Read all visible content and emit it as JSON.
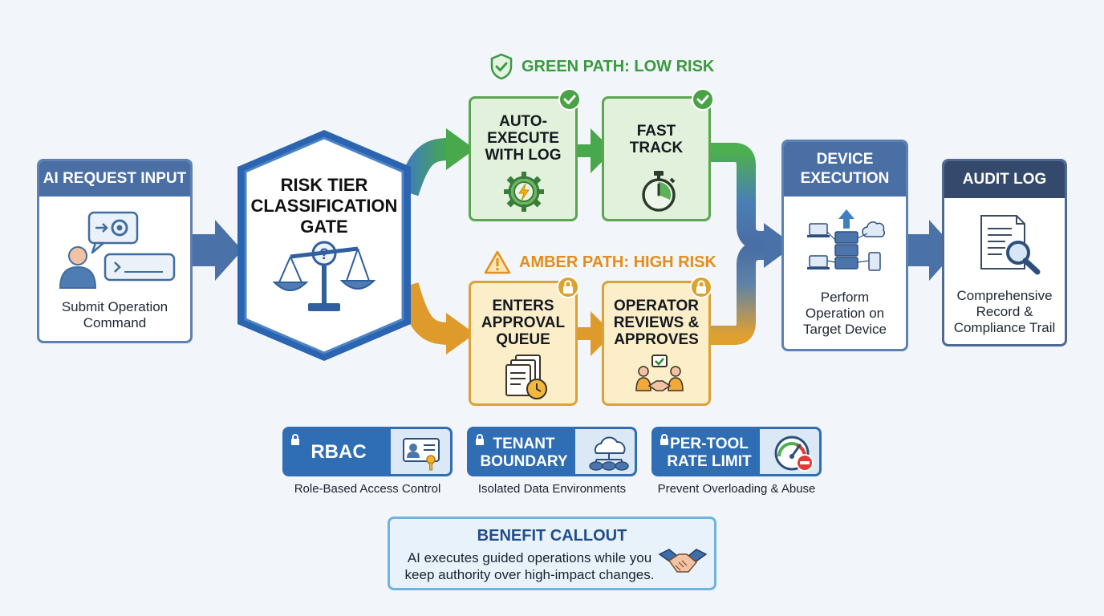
{
  "green_path": {
    "label": "GREEN PATH: LOW RISK"
  },
  "amber_path": {
    "label": "AMBER PATH: HIGH RISK"
  },
  "input": {
    "title": "AI REQUEST INPUT",
    "caption_line1": "Submit Operation",
    "caption_line2": "Command"
  },
  "gate": {
    "line1": "RISK TIER",
    "line2": "CLASSIFICATION",
    "line3": "GATE"
  },
  "auto_execute": {
    "line1": "AUTO-",
    "line2": "EXECUTE",
    "line3": "WITH LOG"
  },
  "fast_track": {
    "line1": "FAST",
    "line2": "TRACK"
  },
  "approval_queue": {
    "line1": "ENTERS",
    "line2": "APPROVAL",
    "line3": "QUEUE"
  },
  "operator_review": {
    "line1": "OPERATOR",
    "line2": "REVIEWS &",
    "line3": "APPROVES"
  },
  "device_execution": {
    "title_line1": "DEVICE",
    "title_line2": "EXECUTION",
    "caption_line1": "Perform",
    "caption_line2": "Operation on",
    "caption_line3": "Target Device"
  },
  "audit_log": {
    "title": "AUDIT LOG",
    "caption_line1": "Comprehensive",
    "caption_line2": "Record &",
    "caption_line3": "Compliance Trail"
  },
  "controls": [
    {
      "label_line1": "RBAC",
      "label_line2": "",
      "caption": "Role-Based Access Control",
      "icon": "id-card-key-icon"
    },
    {
      "label_line1": "TENANT",
      "label_line2": "BOUNDARY",
      "caption": "Isolated Data Environments",
      "icon": "cloud-network-icon"
    },
    {
      "label_line1": "PER-TOOL",
      "label_line2": "RATE LIMIT",
      "caption": "Prevent Overloading & Abuse",
      "icon": "gauge-stop-icon"
    }
  ],
  "benefit": {
    "title": "BENEFIT CALLOUT",
    "line1": "AI executes guided operations while you",
    "line2": "keep authority over high-impact changes."
  },
  "colors": {
    "primary_blue": "#4a6fa5",
    "green": "#4caf50",
    "amber": "#e0a030",
    "audit_navy": "#34496b"
  }
}
